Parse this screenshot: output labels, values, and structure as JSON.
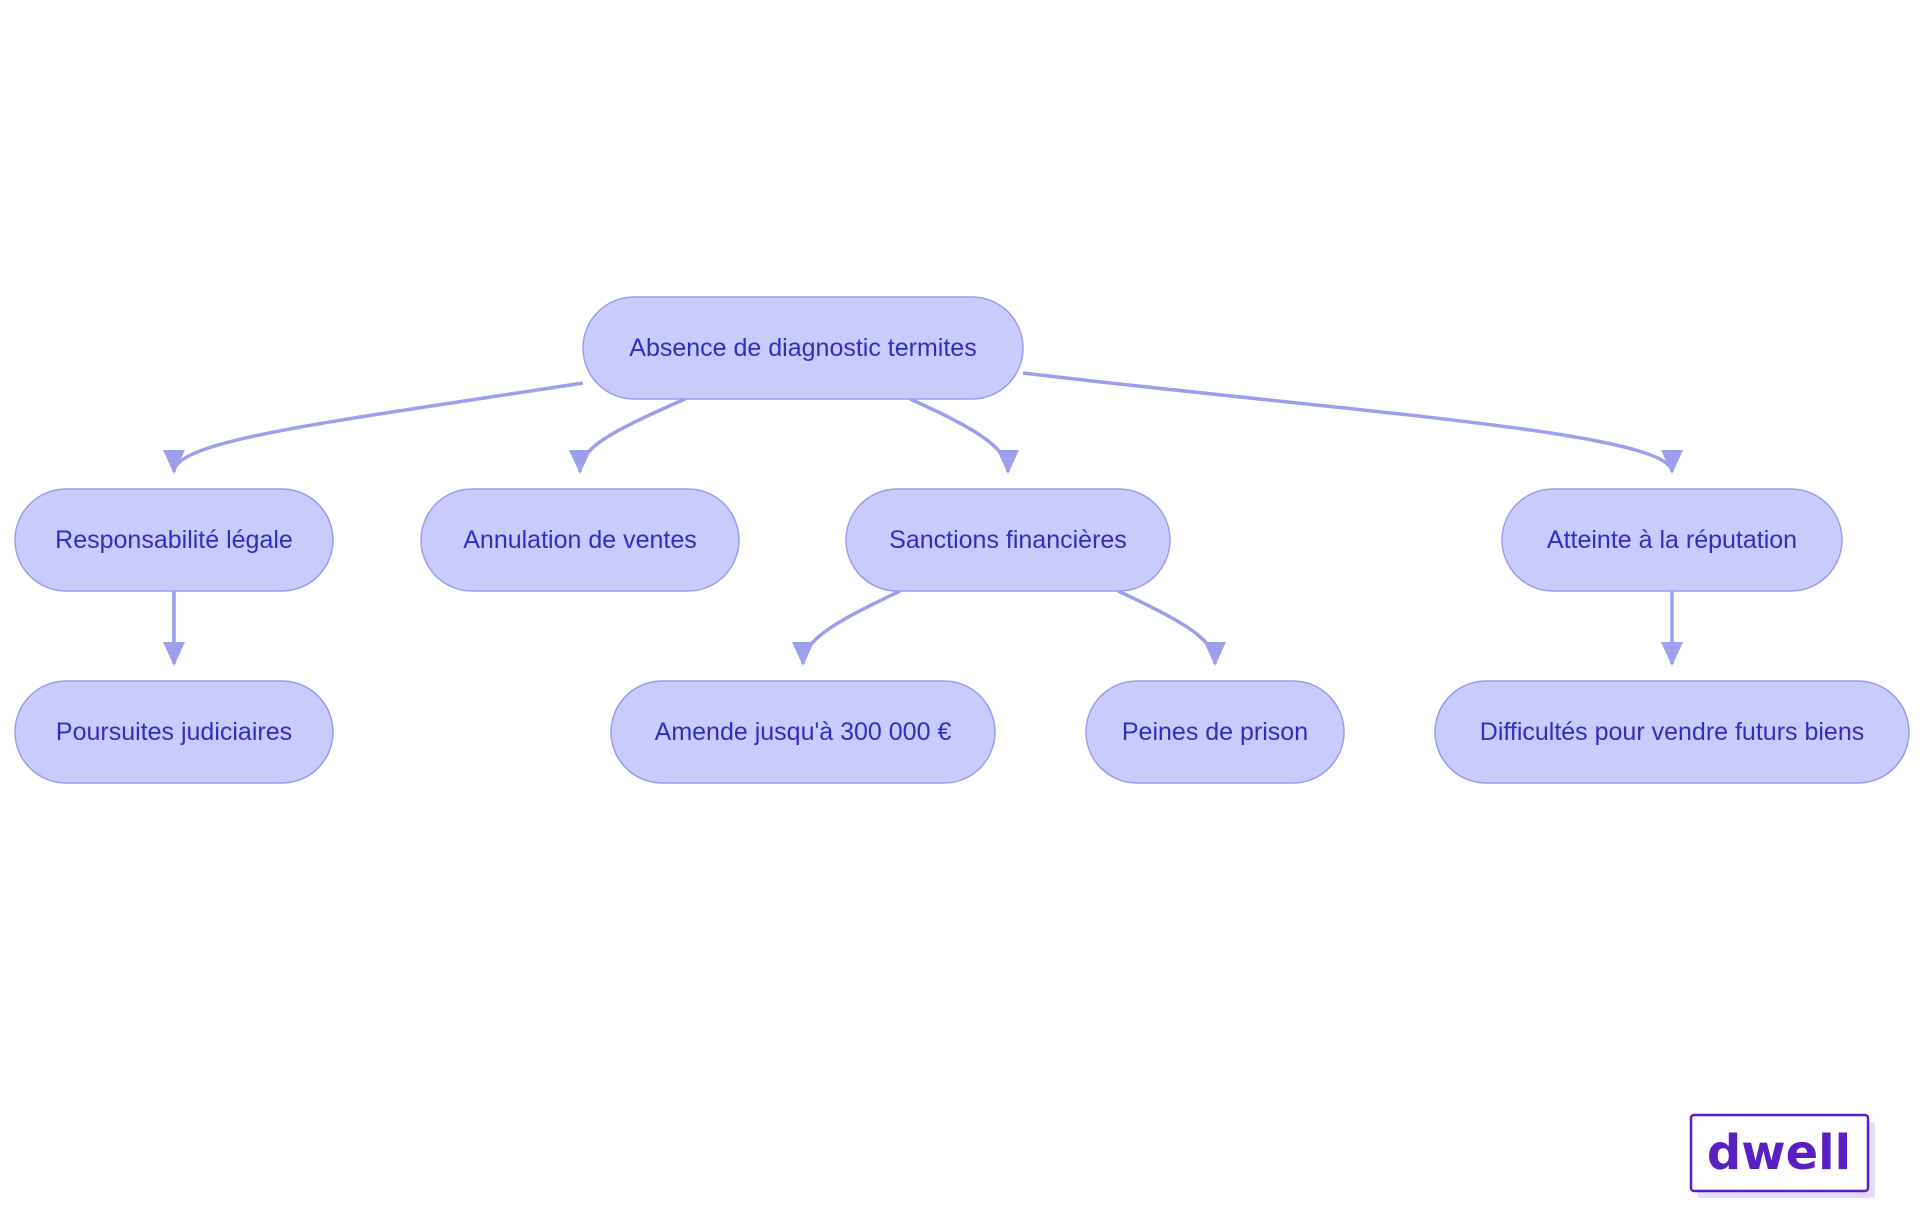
{
  "diagram": {
    "type": "tree",
    "nodes": [
      {
        "id": "root",
        "label": "Absence de diagnostic termites"
      },
      {
        "id": "legal",
        "label": "Responsabilité légale"
      },
      {
        "id": "cancel",
        "label": "Annulation de ventes"
      },
      {
        "id": "financial",
        "label": "Sanctions financières"
      },
      {
        "id": "reputation",
        "label": "Atteinte à la réputation"
      },
      {
        "id": "lawsuits",
        "label": "Poursuites judiciaires"
      },
      {
        "id": "fine",
        "label": "Amende jusqu'à 300 000 €"
      },
      {
        "id": "prison",
        "label": "Peines de prison"
      },
      {
        "id": "future",
        "label": "Difficultés pour vendre futurs biens"
      }
    ],
    "edges": [
      {
        "from": "root",
        "to": "legal"
      },
      {
        "from": "root",
        "to": "cancel"
      },
      {
        "from": "root",
        "to": "financial"
      },
      {
        "from": "root",
        "to": "reputation"
      },
      {
        "from": "legal",
        "to": "lawsuits"
      },
      {
        "from": "financial",
        "to": "fine"
      },
      {
        "from": "financial",
        "to": "prison"
      },
      {
        "from": "reputation",
        "to": "future"
      }
    ]
  },
  "logo": {
    "text": "dwell"
  },
  "colors": {
    "node_fill": "#c9cafd",
    "node_border": "#9b9cf0",
    "node_text": "#2e2fbf",
    "edge": "#9d9fee",
    "logo": "#5a1fc2"
  }
}
